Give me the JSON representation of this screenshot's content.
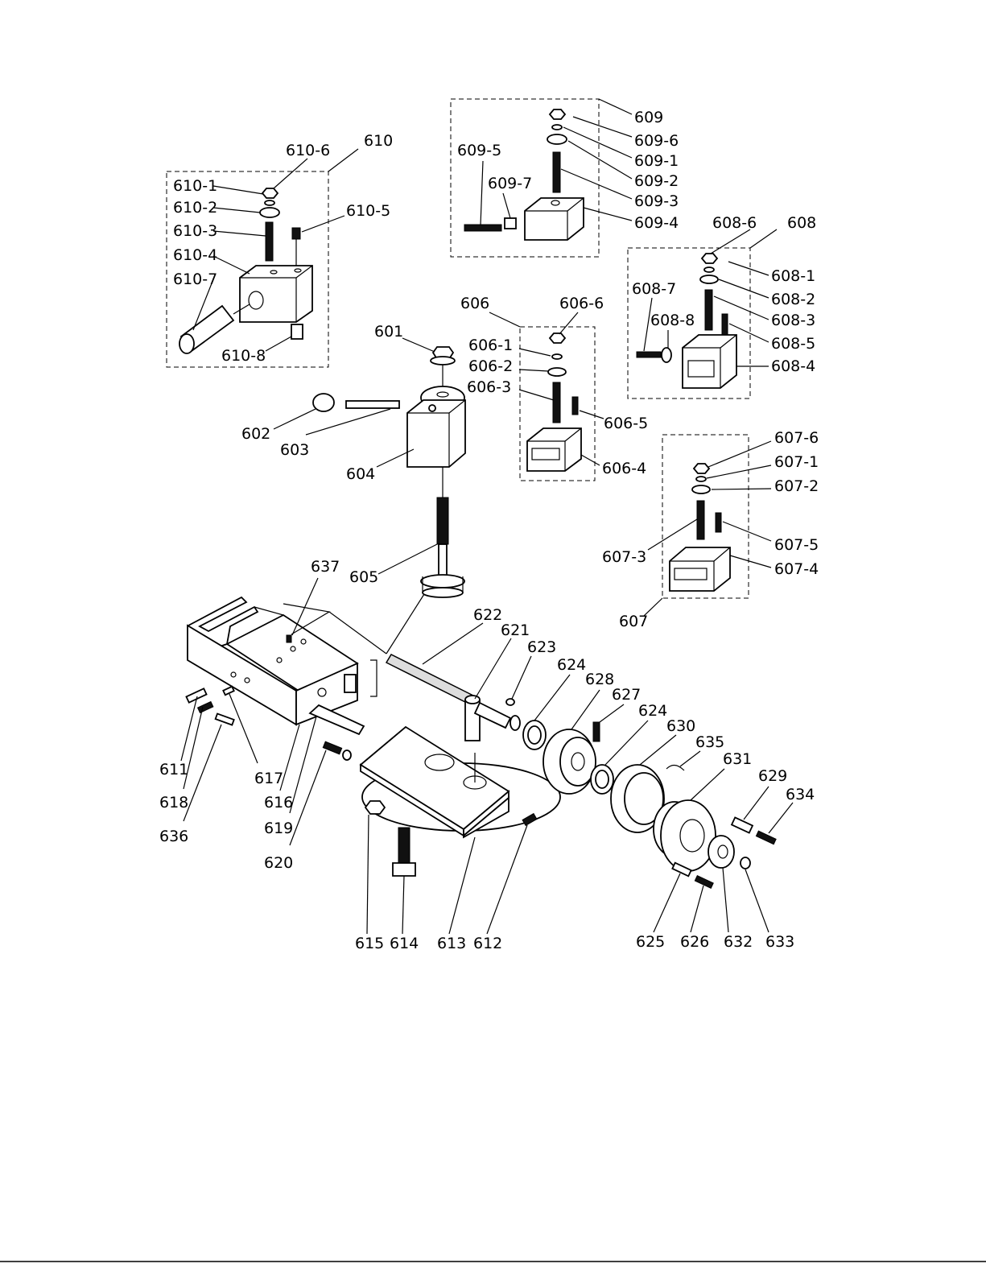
{
  "labels": {
    "l601": "601",
    "l602": "602",
    "l603": "603",
    "l604": "604",
    "l605": "605",
    "l606": "606",
    "l606_1": "606-1",
    "l606_2": "606-2",
    "l606_3": "606-3",
    "l606_4": "606-4",
    "l606_5": "606-5",
    "l606_6": "606-6",
    "l607": "607",
    "l607_1": "607-1",
    "l607_2": "607-2",
    "l607_3": "607-3",
    "l607_4": "607-4",
    "l607_5": "607-5",
    "l607_6": "607-6",
    "l608": "608",
    "l608_1": "608-1",
    "l608_2": "608-2",
    "l608_3": "608-3",
    "l608_4": "608-4",
    "l608_5": "608-5",
    "l608_6": "608-6",
    "l608_7": "608-7",
    "l608_8": "608-8",
    "l609": "609",
    "l609_1": "609-1",
    "l609_2": "609-2",
    "l609_3": "609-3",
    "l609_4": "609-4",
    "l609_5": "609-5",
    "l609_6": "609-6",
    "l609_7": "609-7",
    "l610": "610",
    "l610_1": "610-1",
    "l610_2": "610-2",
    "l610_3": "610-3",
    "l610_4": "610-4",
    "l610_5": "610-5",
    "l610_6": "610-6",
    "l610_7": "610-7",
    "l610_8": "610-8",
    "l611": "611",
    "l612": "612",
    "l613": "613",
    "l614": "614",
    "l615": "615",
    "l616": "616",
    "l617": "617",
    "l618": "618",
    "l619": "619",
    "l620": "620",
    "l621": "621",
    "l622": "622",
    "l623": "623",
    "l624a": "624",
    "l624b": "624",
    "l625": "625",
    "l626": "626",
    "l627": "627",
    "l628": "628",
    "l629": "629",
    "l630": "630",
    "l631": "631",
    "l632": "632",
    "l633": "633",
    "l634": "634",
    "l635": "635",
    "l636": "636",
    "l637": "637"
  }
}
